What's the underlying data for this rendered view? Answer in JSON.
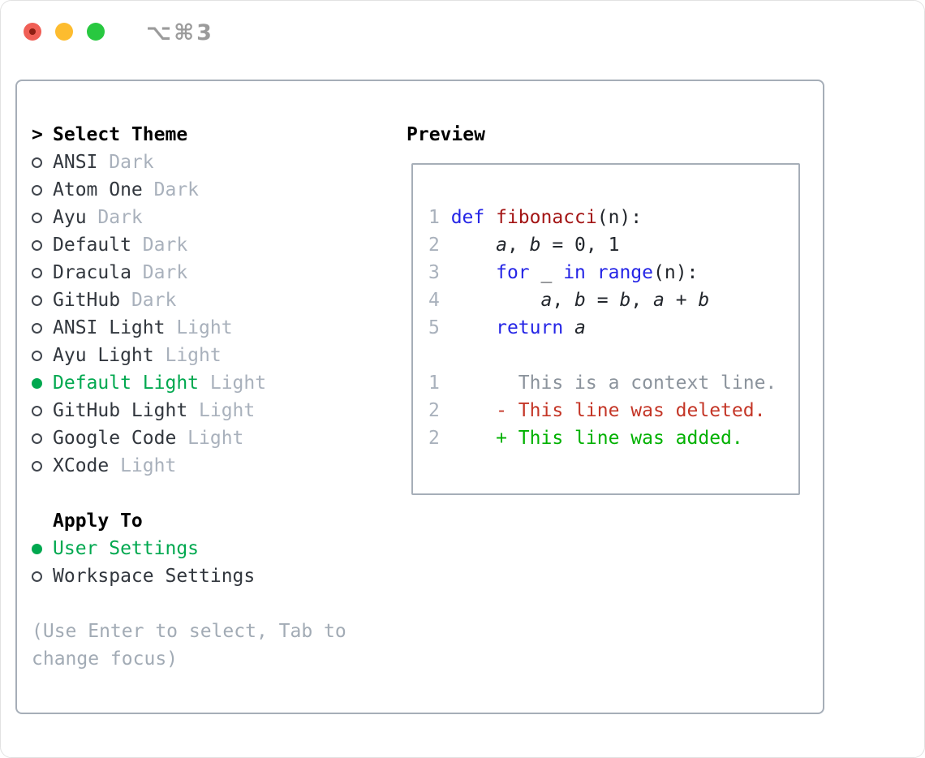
{
  "window": {
    "title": "⌥⌘3"
  },
  "titlebar": {
    "buttons": [
      "close",
      "minimize",
      "zoom"
    ],
    "close_has_unsaved_dot": true
  },
  "picker": {
    "prompt": ">",
    "title": "Select Theme",
    "themes": [
      {
        "name": "ANSI",
        "variant": "Dark",
        "selected": false
      },
      {
        "name": "Atom One",
        "variant": "Dark",
        "selected": false
      },
      {
        "name": "Ayu",
        "variant": "Dark",
        "selected": false
      },
      {
        "name": "Default",
        "variant": "Dark",
        "selected": false
      },
      {
        "name": "Dracula",
        "variant": "Dark",
        "selected": false
      },
      {
        "name": "GitHub",
        "variant": "Dark",
        "selected": false
      },
      {
        "name": "ANSI Light",
        "variant": "Light",
        "selected": false
      },
      {
        "name": "Ayu Light",
        "variant": "Light",
        "selected": false
      },
      {
        "name": "Default Light",
        "variant": "Light",
        "selected": true
      },
      {
        "name": "GitHub Light",
        "variant": "Light",
        "selected": false
      },
      {
        "name": "Google Code",
        "variant": "Light",
        "selected": false
      },
      {
        "name": "XCode",
        "variant": "Light",
        "selected": false
      }
    ],
    "apply_to": {
      "title": "Apply To",
      "options": [
        {
          "label": "User Settings",
          "selected": true
        },
        {
          "label": "Workspace Settings",
          "selected": false
        }
      ]
    },
    "hint_lines": [
      "(Use Enter to select, Tab to",
      "change focus)"
    ]
  },
  "preview": {
    "title": "Preview",
    "lines": [
      {
        "num": "1",
        "toks": [
          [
            "kw",
            "def"
          ],
          [
            "pl",
            " "
          ],
          [
            "fn",
            "fibonacci"
          ],
          [
            "pl",
            "(n):"
          ]
        ]
      },
      {
        "num": "2",
        "toks": [
          [
            "pl",
            "    "
          ],
          [
            "var",
            "a"
          ],
          [
            "pl",
            ", "
          ],
          [
            "var",
            "b"
          ],
          [
            "pl",
            " = 0, 1"
          ]
        ]
      },
      {
        "num": "3",
        "toks": [
          [
            "pl",
            "    "
          ],
          [
            "kw",
            "for"
          ],
          [
            "pl",
            " _ "
          ],
          [
            "kw",
            "in"
          ],
          [
            "pl",
            " "
          ],
          [
            "kw",
            "range"
          ],
          [
            "pl",
            "(n):"
          ]
        ]
      },
      {
        "num": "4",
        "toks": [
          [
            "pl",
            "        "
          ],
          [
            "var",
            "a"
          ],
          [
            "pl",
            ", "
          ],
          [
            "var",
            "b"
          ],
          [
            "pl",
            " = "
          ],
          [
            "var",
            "b"
          ],
          [
            "pl",
            ", "
          ],
          [
            "var",
            "a"
          ],
          [
            "pl",
            " + "
          ],
          [
            "var",
            "b"
          ]
        ]
      },
      {
        "num": "5",
        "toks": [
          [
            "pl",
            "    "
          ],
          [
            "kw",
            "return"
          ],
          [
            "pl",
            " "
          ],
          [
            "var",
            "a"
          ]
        ]
      },
      {
        "num": "",
        "toks": []
      },
      {
        "num": "1",
        "toks": [
          [
            "ctx",
            "      This is a context line."
          ]
        ]
      },
      {
        "num": "2",
        "toks": [
          [
            "del",
            "    - This line was deleted."
          ]
        ]
      },
      {
        "num": "2",
        "toks": [
          [
            "add",
            "    + This line was added."
          ]
        ]
      }
    ]
  },
  "colors": {
    "green": "#00A84F",
    "diff_add": "#00B100",
    "diff_del": "#C43627",
    "code_keyword": "#2525E6",
    "code_function": "#A31515",
    "line_number": "#A9B1BC",
    "muted": "#A9B1BC",
    "text": "#32373E",
    "hint": "#A2ABB5",
    "context": "#8B939C",
    "border": "#A6AEB8",
    "title_gray": "#9B9B9B",
    "traffic_red": "#F05F56",
    "traffic_red_dot": "#8E1E12",
    "traffic_yellow": "#FDBC2F",
    "traffic_green": "#28C840"
  }
}
